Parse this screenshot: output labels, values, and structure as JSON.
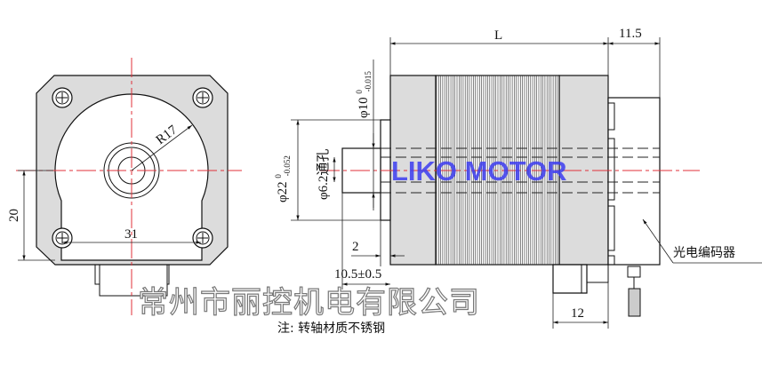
{
  "front_view": {
    "radius_label": "R17",
    "width_label": "31",
    "height_label": "20"
  },
  "side_view": {
    "length_label": "L",
    "encoder_length_label": "11.5",
    "shaft_dia_label": "φ10",
    "shaft_tol_upper": "0",
    "shaft_tol_lower": "-0.015",
    "boss_dia_label": "φ22",
    "boss_tol_upper": "0",
    "boss_tol_lower": "-0.052",
    "hole_label": "φ6.2通孔",
    "boss_height_label": "2",
    "shaft_length_label": "10.5±0.5",
    "connector_label": "12",
    "encoder_label": "光电编码器"
  },
  "watermark": {
    "brand": "LIKO MOTOR",
    "company": "常州市丽控机电有限公司"
  },
  "note": "注:  转轴材质不锈钢",
  "colors": {
    "centerline": "#e0303a",
    "brand": "#3c3cf0",
    "body_fill": "#dcdcdc"
  }
}
